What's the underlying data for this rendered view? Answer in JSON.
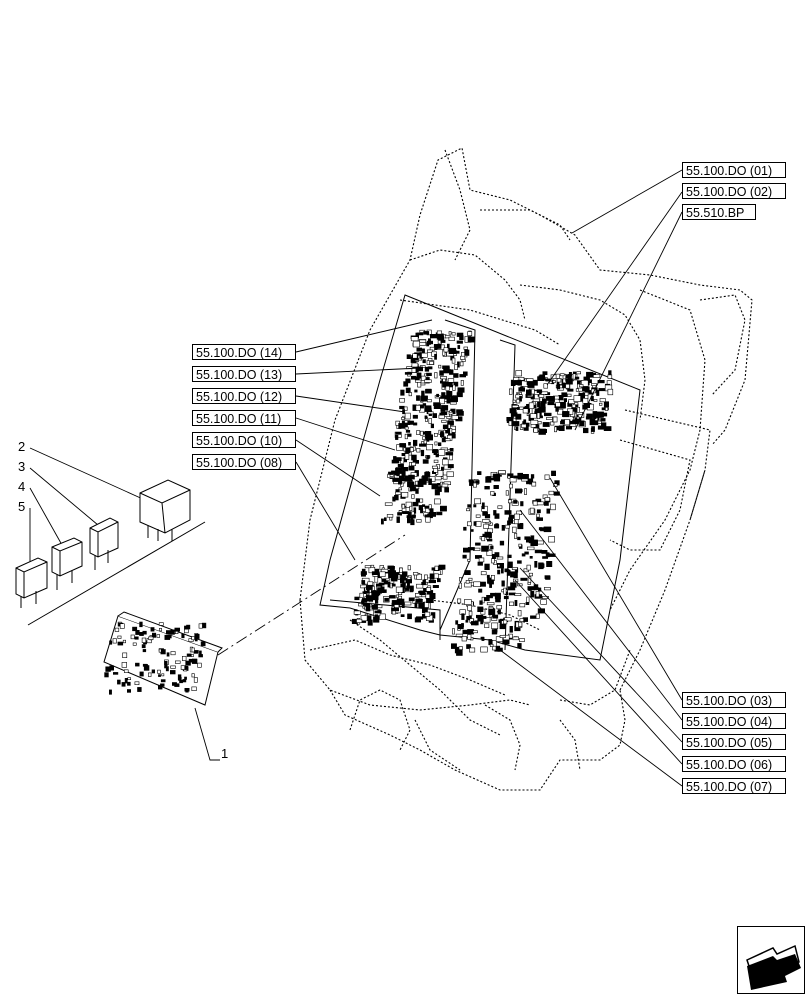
{
  "references_left": [
    {
      "id": "l14",
      "label": "55.100.DO (14)"
    },
    {
      "id": "l13",
      "label": "55.100.DO (13)"
    },
    {
      "id": "l12",
      "label": "55.100.DO (12)"
    },
    {
      "id": "l11",
      "label": "55.100.DO (11)"
    },
    {
      "id": "l10",
      "label": "55.100.DO (10)"
    },
    {
      "id": "l08",
      "label": "55.100.DO (08)"
    }
  ],
  "references_right_top": [
    {
      "id": "r01",
      "label": "55.100.DO (01)"
    },
    {
      "id": "r02",
      "label": "55.100.DO (02)"
    },
    {
      "id": "rbp",
      "label": "55.510.BP"
    }
  ],
  "references_right_bottom": [
    {
      "id": "r03",
      "label": "55.100.DO (03)"
    },
    {
      "id": "r04",
      "label": "55.100.DO (04)"
    },
    {
      "id": "r05",
      "label": "55.100.DO (05)"
    },
    {
      "id": "r06",
      "label": "55.100.DO (06)"
    },
    {
      "id": "r07",
      "label": "55.100.DO (07)"
    }
  ],
  "item_numbers": [
    "1",
    "2",
    "3",
    "4",
    "5"
  ],
  "icons": {
    "navigation": "previous-view-arrow-icon"
  }
}
